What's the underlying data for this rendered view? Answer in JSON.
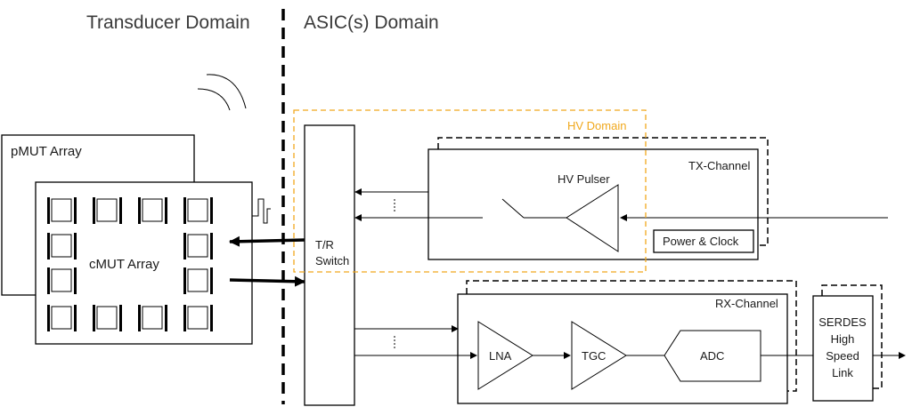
{
  "headings": {
    "transducer_domain": "Transducer Domain",
    "asic_domain": "ASIC(s) Domain"
  },
  "blocks": {
    "pmut_array": "pMUT Array",
    "cmut_array": "cMUT Array",
    "tr_switch_line1": "T/R",
    "tr_switch_line2": "Switch",
    "hv_domain": "HV Domain",
    "tx_channel": "TX-Channel",
    "hv_pulser": "HV Pulser",
    "power_clock": "Power & Clock",
    "rx_channel": "RX-Channel",
    "lna": "LNA",
    "tgc": "TGC",
    "adc": "ADC",
    "serdes_line1": "SERDES",
    "serdes_line2": "High",
    "serdes_line3": "Speed",
    "serdes_line4": "Link"
  },
  "colors": {
    "hv_domain_border": "#F0A81C",
    "lines": "#000000"
  }
}
